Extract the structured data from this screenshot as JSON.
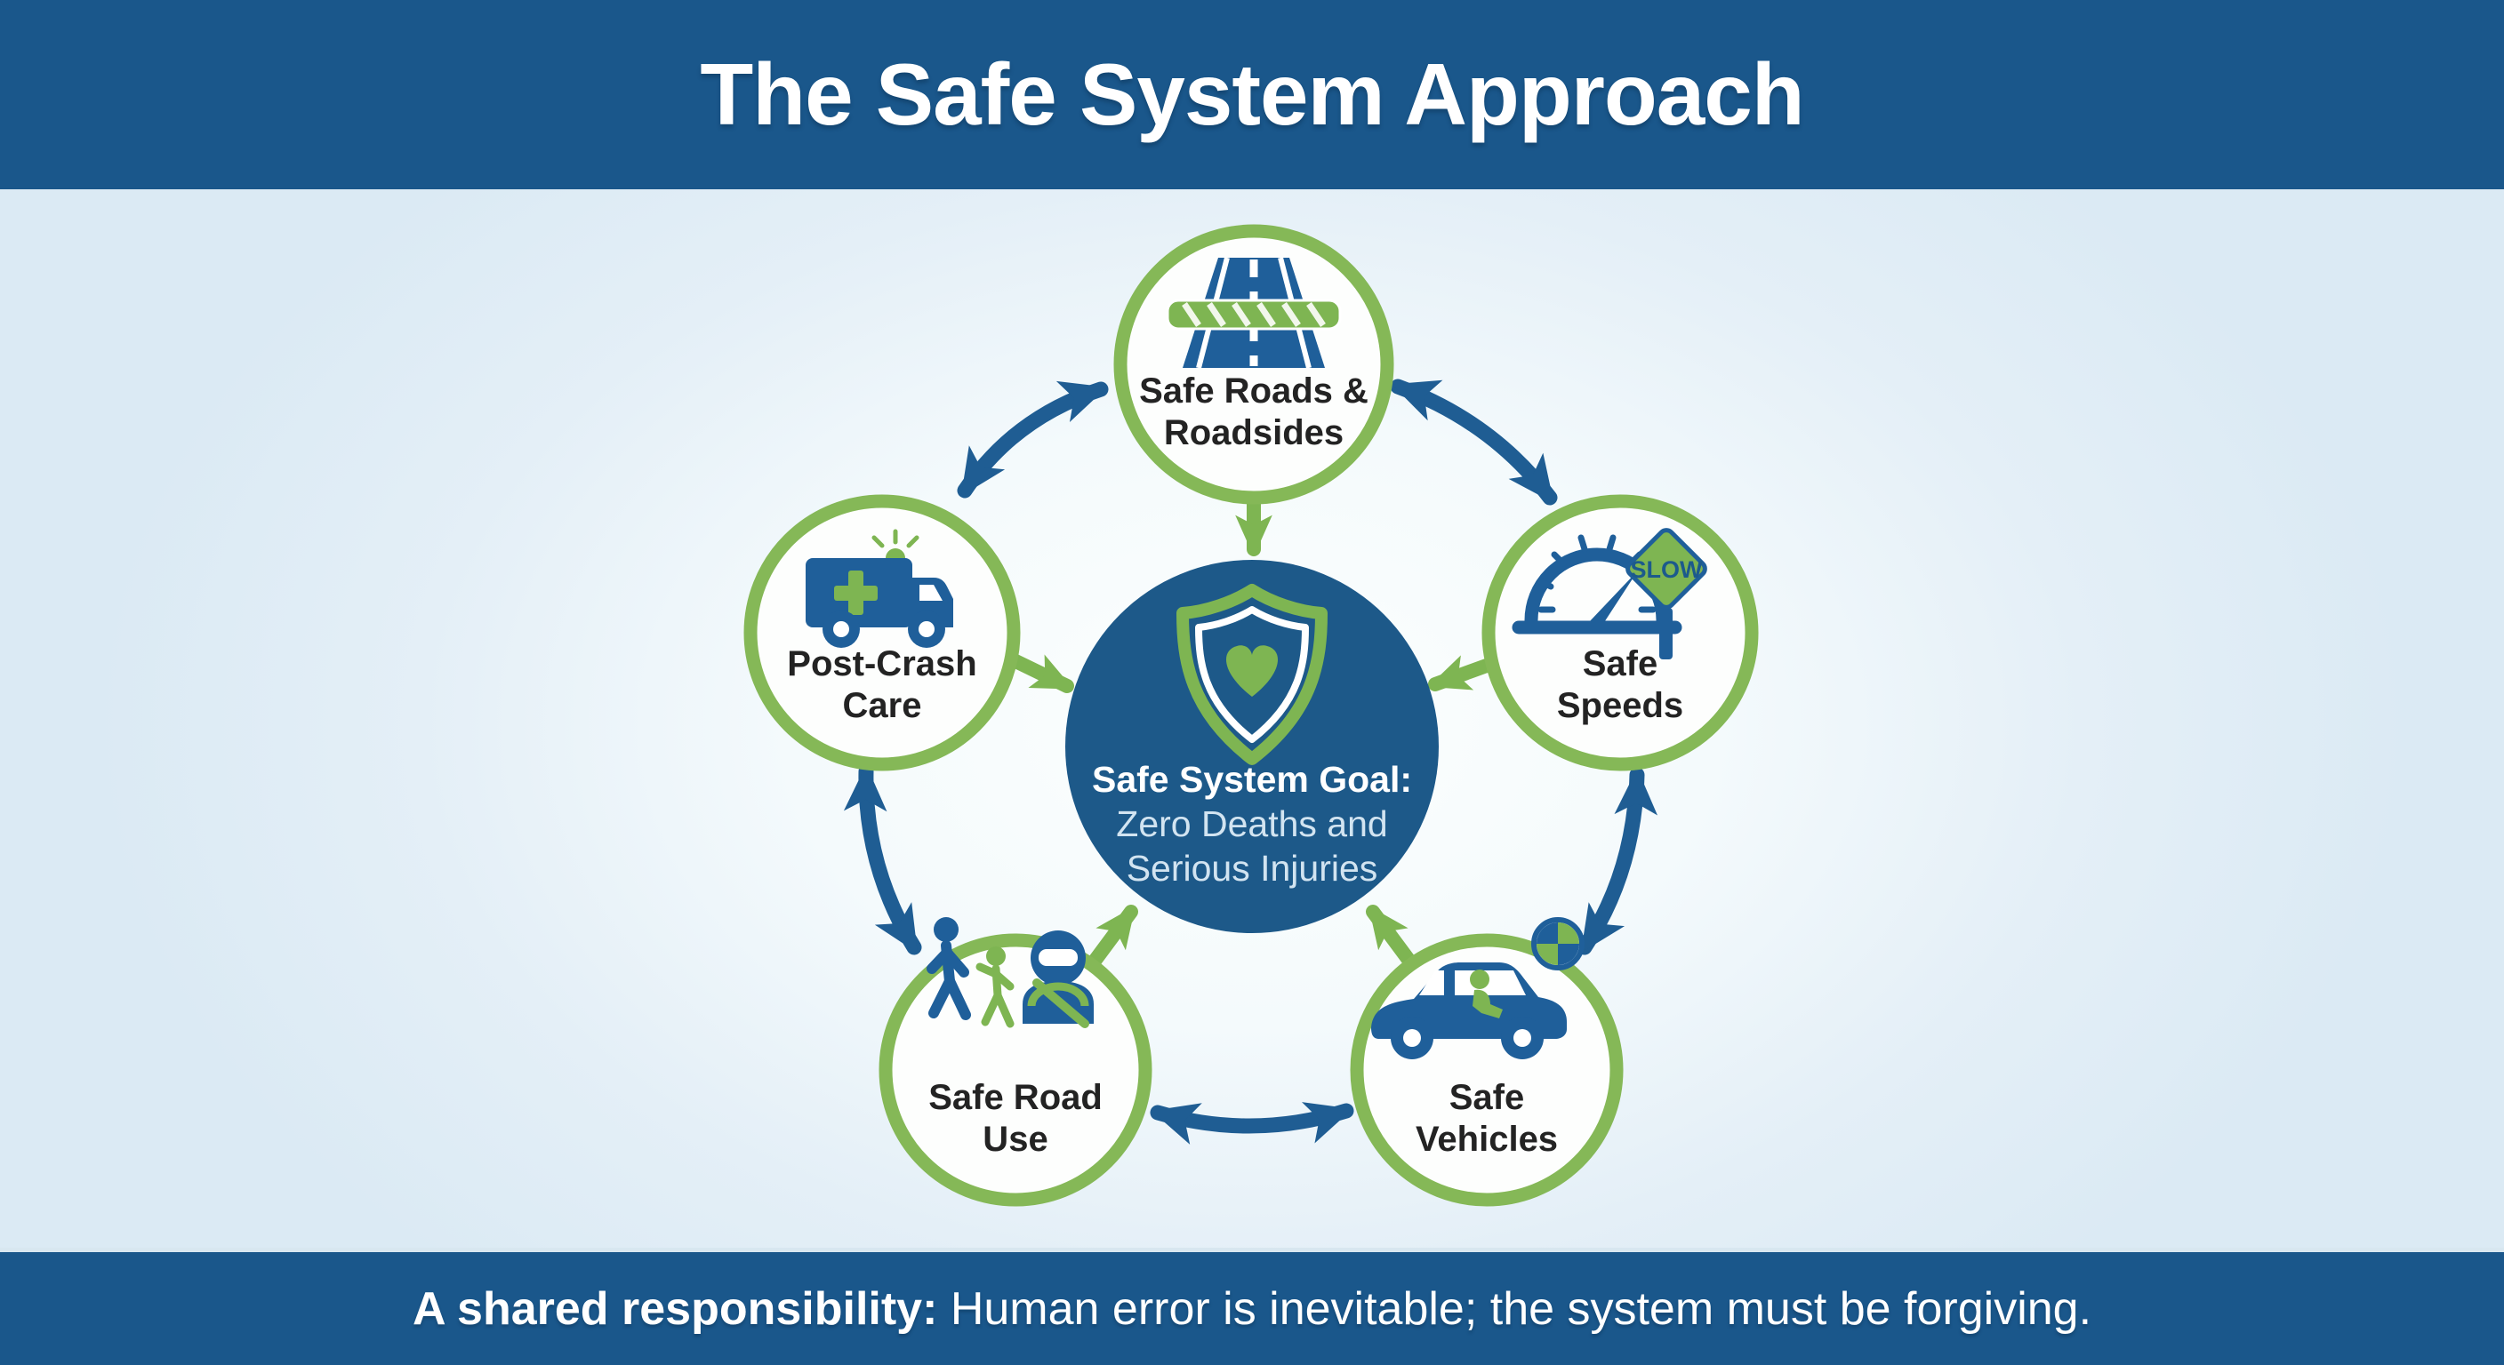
{
  "header": {
    "title": "The Safe System Approach"
  },
  "footer": {
    "bold": "A shared responsibility:",
    "rest": " Human error is inevitable; the system must be forgiving."
  },
  "center": {
    "title": "Safe System Goal:",
    "line1": "Zero Deaths and",
    "line2": "Serious Injuries",
    "icon": "shield-heart-icon"
  },
  "nodes": {
    "roads": {
      "line1": "Safe Roads &",
      "line2": "Roadsides",
      "icon": "highway-guardrail-icon"
    },
    "speeds": {
      "line1": "Safe",
      "line2": "Speeds",
      "icon": "speedometer-icon",
      "sign": "SLOW"
    },
    "vehicles": {
      "line1": "Safe",
      "line2": "Vehicles",
      "icon": "car-crash-test-icon"
    },
    "roaduse": {
      "line1": "Safe Road",
      "line2": "Use",
      "icon": "pedestrians-helmet-icon"
    },
    "postcrash": {
      "line1": "Post-Crash",
      "line2": "Care",
      "icon": "ambulance-icon"
    }
  },
  "colors": {
    "band_blue": "#1a578b",
    "center_circle_blue": "#1d5989",
    "green": "#7eb552",
    "arrow_blue": "#1f5d93",
    "icon_blue": "#1f5f9a",
    "background_light": "#e6f1f8",
    "label_dark": "#232323",
    "center_subtext": "#d2e4f1"
  }
}
